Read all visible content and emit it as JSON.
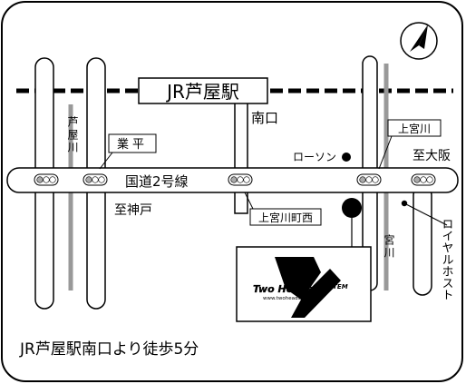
{
  "map": {
    "station_name": "JR芦屋駅",
    "exit_label": "南口",
    "highway_label": "国道2号線",
    "toward_kobe": "至神戸",
    "toward_osaka": "至大阪",
    "ashiya_river": "芦屋川",
    "miyagawa_river": "宮川",
    "gyohei_label": "業平",
    "kamimiyagawa_label": "上宮川",
    "kamimiyagawa_nishi_label": "上宮川町西",
    "lawson_label": "ローソン",
    "royal_host_label": "ロイヤルホスト",
    "logo_text_two": "Two Heads",
    "logo_text_system": "SYSTEM",
    "logo_url": "www.twoheads.co.jp",
    "footer_directions": "JR芦屋駅南口より徒歩5分"
  }
}
